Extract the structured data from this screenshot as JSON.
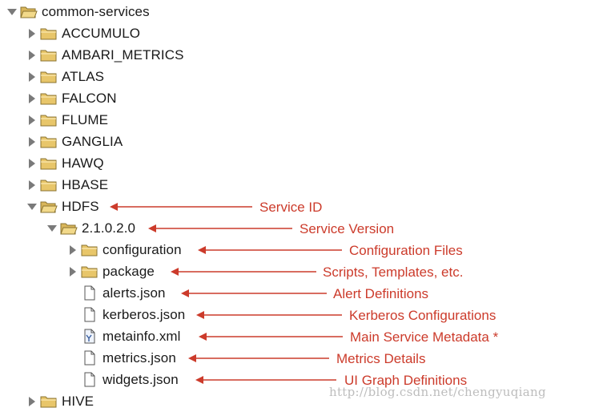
{
  "tree": {
    "root": {
      "label": "common-services",
      "icon": "folder-open-icon"
    },
    "services": [
      {
        "label": "ACCUMULO"
      },
      {
        "label": "AMBARI_METRICS"
      },
      {
        "label": "ATLAS"
      },
      {
        "label": "FALCON"
      },
      {
        "label": "FLUME"
      },
      {
        "label": "GANGLIA"
      },
      {
        "label": "HAWQ"
      },
      {
        "label": "HBASE"
      }
    ],
    "hdfs": {
      "label": "HDFS"
    },
    "version": {
      "label": "2.1.0.2.0"
    },
    "children": [
      {
        "label": "configuration",
        "icon": "folder-icon"
      },
      {
        "label": "package",
        "icon": "folder-icon"
      },
      {
        "label": "alerts.json",
        "icon": "file-icon"
      },
      {
        "label": "kerberos.json",
        "icon": "file-icon"
      },
      {
        "label": "metainfo.xml",
        "icon": "xml-file-icon"
      },
      {
        "label": "metrics.json",
        "icon": "file-icon"
      },
      {
        "label": "widgets.json",
        "icon": "file-icon"
      }
    ],
    "last": {
      "label": "HIVE"
    }
  },
  "annotations": {
    "service_id": "Service ID",
    "service_version": "Service Version",
    "configuration": "Configuration Files",
    "package": "Scripts, Templates, etc.",
    "alerts": "Alert Definitions",
    "kerberos": "Kerberos Configurations",
    "metainfo": "Main Service Metadata *",
    "metrics": "Metrics Details",
    "widgets": "UI Graph Definitions"
  },
  "watermark": "http://blog.csdn.net/chengyuqiang",
  "colors": {
    "annotation": "#cc3b2b",
    "folder": "#e8c66a",
    "text": "#1a1a1a"
  }
}
